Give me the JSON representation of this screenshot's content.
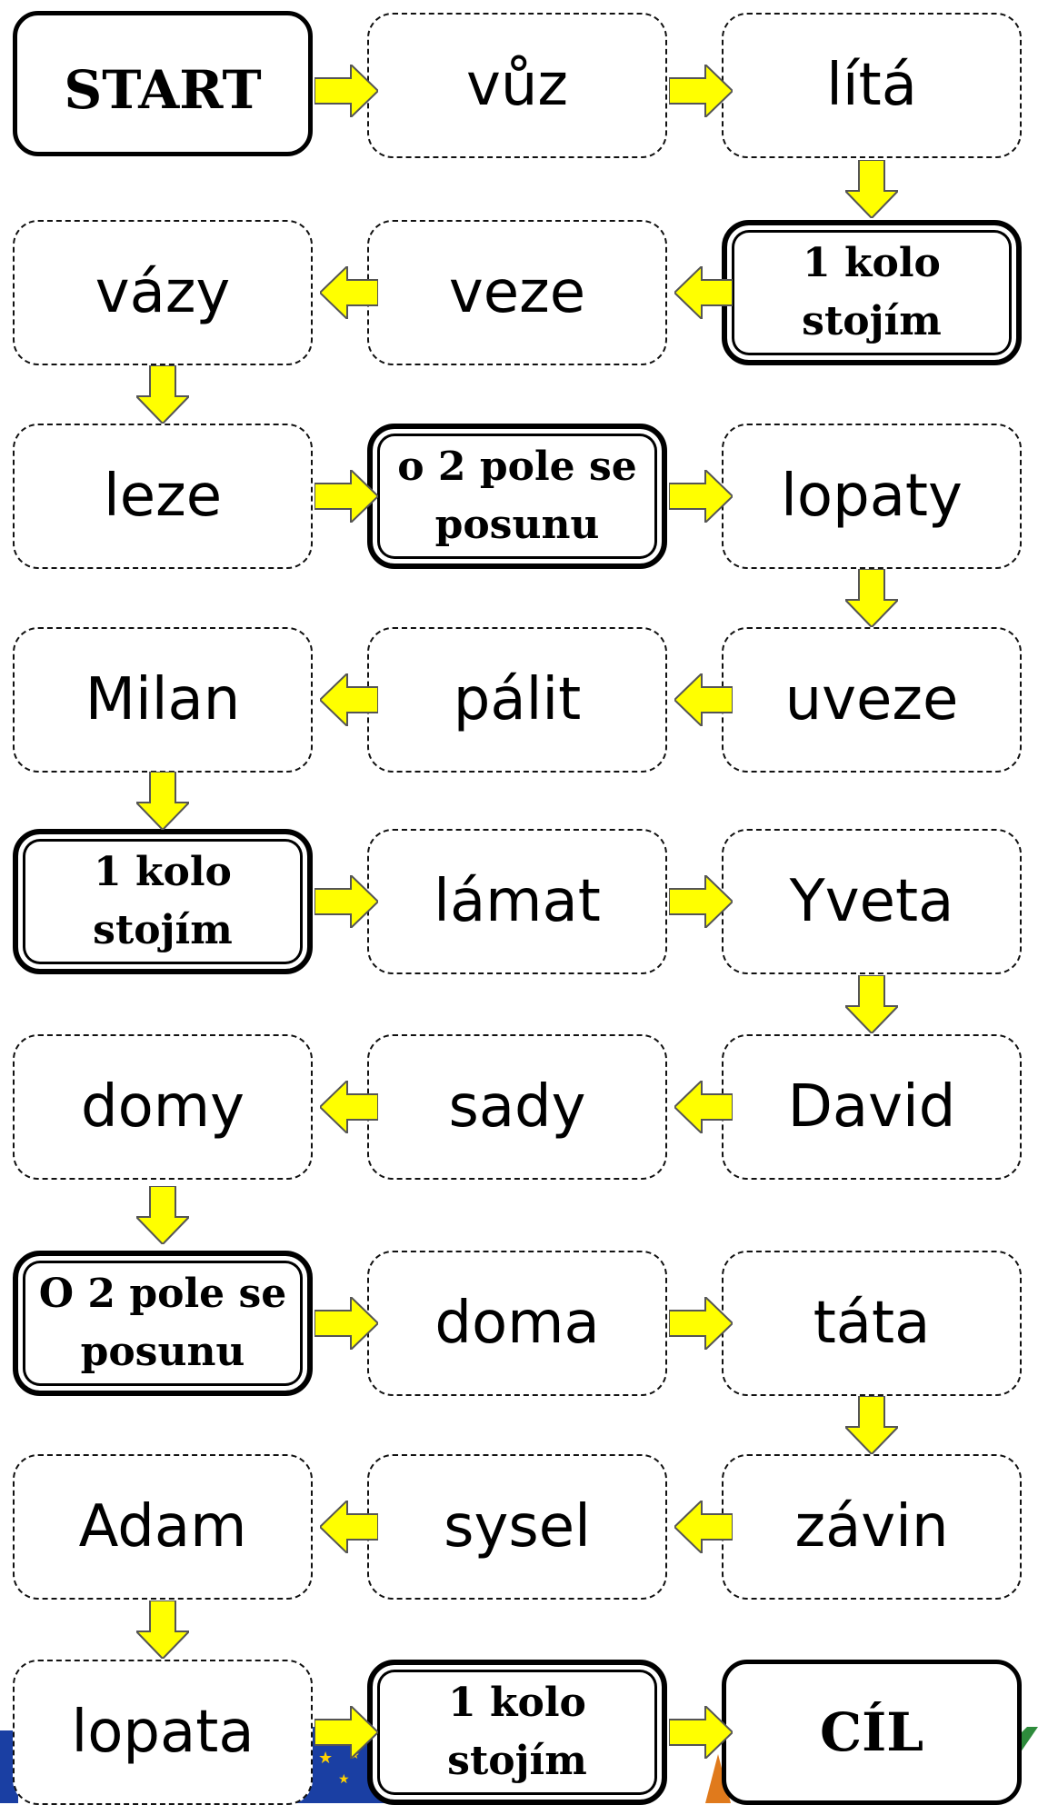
{
  "board": {
    "colors": {
      "arrow_fill": "#FFFF00",
      "arrow_stroke": "#555555",
      "border": "#000000"
    },
    "rows": [
      [
        {
          "text": "START",
          "kind": "bold"
        },
        {
          "text": "vůz",
          "kind": "dashed"
        },
        {
          "text": "lítá",
          "kind": "dashed"
        }
      ],
      [
        {
          "text": "vázy",
          "kind": "dashed"
        },
        {
          "text": "veze",
          "kind": "dashed"
        },
        {
          "text": "1 kolo\nstojím",
          "kind": "special"
        }
      ],
      [
        {
          "text": "leze",
          "kind": "dashed"
        },
        {
          "text": "o 2 pole se\nposunu",
          "kind": "special"
        },
        {
          "text": "lopaty",
          "kind": "dashed"
        }
      ],
      [
        {
          "text": "Milan",
          "kind": "dashed"
        },
        {
          "text": "pálit",
          "kind": "dashed"
        },
        {
          "text": "uveze",
          "kind": "dashed"
        }
      ],
      [
        {
          "text": "1 kolo\nstojím",
          "kind": "special"
        },
        {
          "text": "lámat",
          "kind": "dashed"
        },
        {
          "text": "Yveta",
          "kind": "dashed"
        }
      ],
      [
        {
          "text": "domy",
          "kind": "dashed"
        },
        {
          "text": "sady",
          "kind": "dashed"
        },
        {
          "text": "David",
          "kind": "dashed"
        }
      ],
      [
        {
          "text": "O 2 pole se\nposunu",
          "kind": "special"
        },
        {
          "text": "doma",
          "kind": "dashed"
        },
        {
          "text": "táta",
          "kind": "dashed"
        }
      ],
      [
        {
          "text": "Adam",
          "kind": "dashed"
        },
        {
          "text": "sysel",
          "kind": "dashed"
        },
        {
          "text": "závin",
          "kind": "dashed"
        }
      ],
      [
        {
          "text": "lopata",
          "kind": "dashed"
        },
        {
          "text": "1 kolo\nstojím",
          "kind": "special"
        },
        {
          "text": "CÍL",
          "kind": "bold"
        }
      ]
    ]
  }
}
